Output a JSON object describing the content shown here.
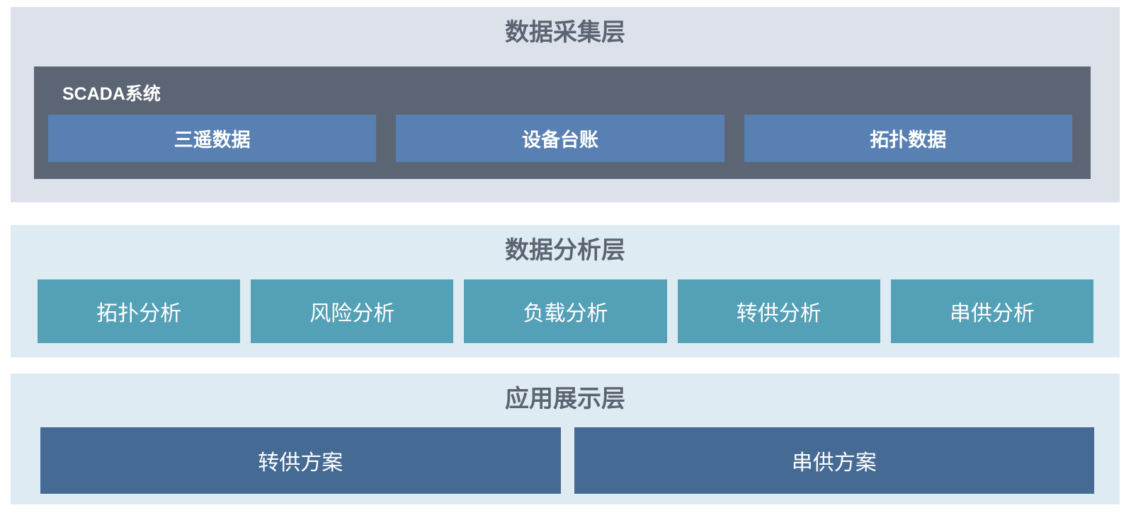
{
  "diagram": {
    "colors": {
      "collection_bg": "#dde1ea",
      "scada_bg": "#5c6574",
      "scada_item_bg": "#5880b2",
      "analysis_bg": "#dfebf2",
      "analysis_item_bg": "#54a0b6",
      "application_item_bg": "#456b94",
      "title_text": "#5b6472",
      "item_text": "#ffffff"
    },
    "layers": {
      "collection": {
        "title": "数据采集层",
        "scada": {
          "label": "SCADA系统",
          "items": [
            {
              "label": "三遥数据"
            },
            {
              "label": "设备台账"
            },
            {
              "label": "拓扑数据"
            }
          ]
        }
      },
      "analysis": {
        "title": "数据分析层",
        "items": [
          {
            "label": "拓扑分析"
          },
          {
            "label": "风险分析"
          },
          {
            "label": "负载分析"
          },
          {
            "label": "转供分析"
          },
          {
            "label": "串供分析"
          }
        ]
      },
      "application": {
        "title": "应用展示层",
        "items": [
          {
            "label": "转供方案"
          },
          {
            "label": "串供方案"
          }
        ]
      }
    }
  }
}
